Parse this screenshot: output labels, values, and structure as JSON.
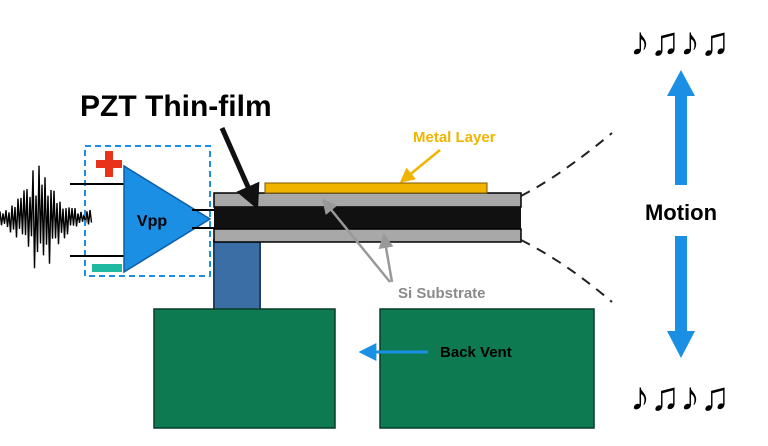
{
  "labels": {
    "pzt": "PZT Thin-film",
    "metal": "Metal Layer",
    "substrate": "Si Substrate",
    "vent": "Back Vent",
    "motion": "Motion",
    "amp": "Vpp"
  },
  "notes": {
    "top": "♪♫♪♫",
    "bottom": "♪♫♪♫"
  },
  "colors": {
    "accent_blue": "#1a8fe3",
    "metal_orange": "#f0b400",
    "substrate_gray": "#a8a8a8",
    "pzt_black": "#111111",
    "vent_green": "#0e7a52",
    "post_blue": "#3a6ea5",
    "plus_red": "#e8321a",
    "minus_teal": "#1fb8a0"
  },
  "icons": [
    "plus-icon",
    "minus-icon",
    "music-notes-icon",
    "double-arrow-icon",
    "amplifier-triangle-icon",
    "sound-wave-icon"
  ]
}
